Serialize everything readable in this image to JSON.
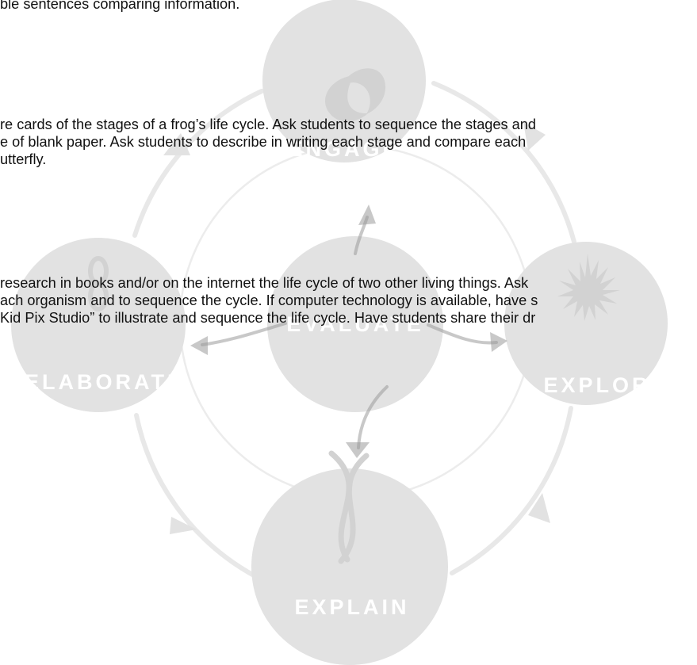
{
  "cycle": {
    "stages": {
      "engage": "ENGAGE",
      "explore": "EXPLORE",
      "explain": "EXPLAIN",
      "elaborate": "ELABORATE",
      "evaluate": "EVALUATE"
    },
    "colors": {
      "circle": "#e2e2e2",
      "ring": "#e8e8e8",
      "icon": "#d2d2d2",
      "center_arrow": "#9a9a9a",
      "stage_label": "#ffffff"
    }
  },
  "document": {
    "fragment_top": "ble sentences comparing information.",
    "paragraph_1": [
      "re cards of the stages of a frog’s life cycle. Ask students to sequence the stages and",
      "e of blank paper. Ask students to describe in writing each stage and compare each",
      "utterfly."
    ],
    "paragraph_2": [
      "research in books and/or on the internet the life cycle of two other living things. Ask",
      "ach organism and to sequence the cycle. If computer technology is available, have s",
      "Kid Pix Studio” to illustrate and sequence the life cycle. Have students share their dr"
    ]
  }
}
